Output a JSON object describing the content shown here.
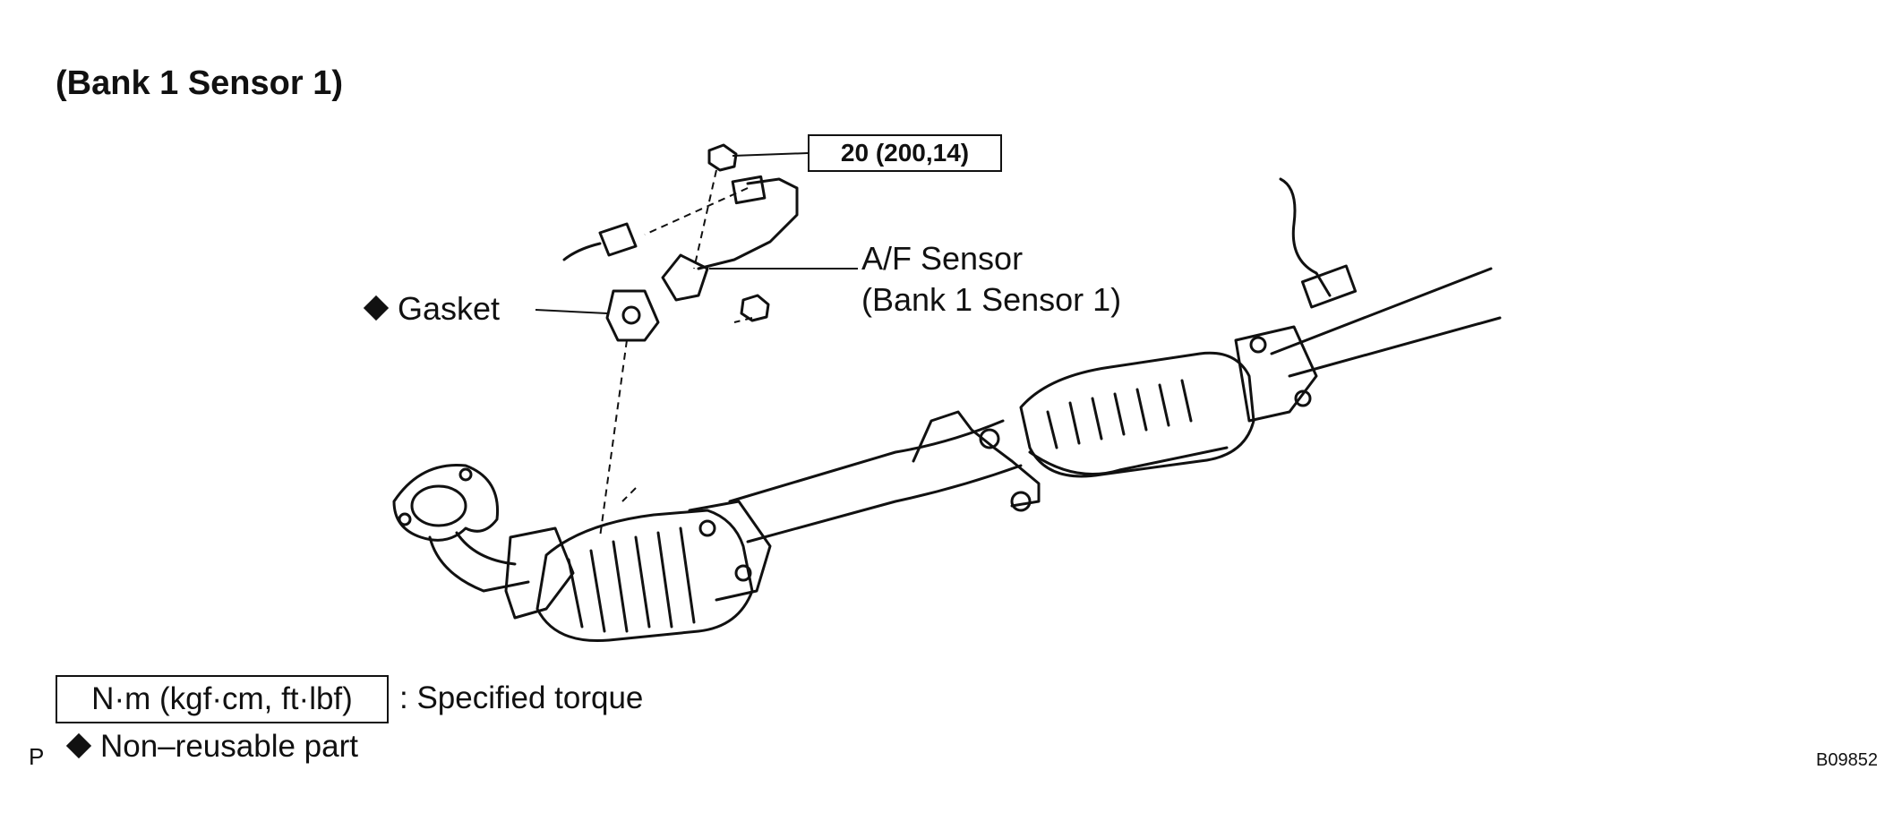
{
  "title": "(Bank 1 Sensor 1)",
  "torque_spec": "20 (200,14)",
  "labels": {
    "gasket": "Gasket",
    "af_sensor_line1": "A/F Sensor",
    "af_sensor_line2": "(Bank 1 Sensor 1)"
  },
  "legend": {
    "torque_units": "N·m (kgf·cm, ft·lbf)",
    "torque_desc": ": Specified torque",
    "non_reusable": "Non–reusable part",
    "p_mark": "P"
  },
  "figure_code": "B09852"
}
